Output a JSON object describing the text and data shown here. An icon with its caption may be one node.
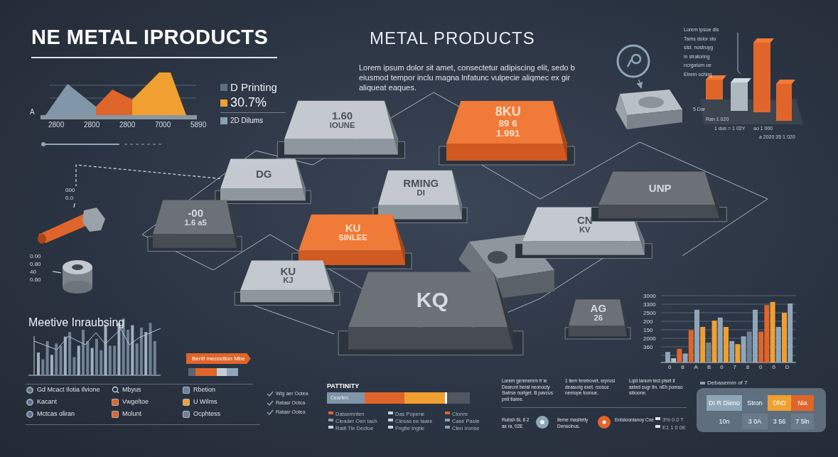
{
  "diagram": {
    "title": "NE METAL IPRODUCTS",
    "nodes": [
      {
        "text": [
          "1.60",
          "IOUNE"
        ]
      },
      {
        "text": [
          "8KU",
          "89 6",
          "1.991"
        ]
      },
      {
        "text": [
          "DG"
        ]
      },
      {
        "text": [
          "-00",
          "1.6 a5"
        ]
      },
      {
        "text": [
          "RMING",
          "DI"
        ]
      },
      {
        "text": [
          "KU",
          "SINLEE"
        ]
      },
      {
        "text": [
          "CN",
          "KV"
        ]
      },
      {
        "text": [
          "UNP"
        ]
      },
      {
        "text": [
          "KU",
          "KJ"
        ]
      },
      {
        "text": [
          "KQ"
        ]
      },
      {
        "text": [
          "AG",
          "26"
        ]
      },
      {
        "text": [],
        "shape": "circle"
      },
      {
        "text": [],
        "shape": "box"
      },
      {
        "text": [],
        "shape": "picture"
      },
      {
        "text": [],
        "shape": "cylinder"
      },
      {
        "text": [
          "000",
          "0.0"
        ]
      },
      {
        "text": [
          "0.00",
          "0.80",
          "40",
          "0.60"
        ]
      }
    ],
    "edges": [
      {
        "from": 11,
        "to": 12,
        "arrow": "to"
      },
      {
        "from": 15,
        "to": 13,
        "arrow": "none"
      },
      {
        "from": 16,
        "to": 14,
        "arrow": "none"
      },
      {
        "from": 2,
        "to": 15,
        "arrow": "none",
        "style": "dashed"
      }
    ],
    "labels": [
      "METAL PRODUCTS",
      "Lorem ipsum dolor sit amet, consectetur adipiscing elit, sedo b eiusmod tempor inclu magna lnfatunc vulpecie aliqmec ex gir aliqueat eaques.",
      "A",
      "2800",
      "2800",
      "2800",
      "7000",
      "5890",
      "Lorem lpsue dis",
      "Tams dolor sto",
      "sist. nostruyg",
      "in stratoring",
      "ncrgatum ue",
      "Etrem ochirg",
      "5 Dar",
      "Ran 1 020",
      "1 dus = 1 02Y",
      "ao 1 000",
      "a 2020 35 1 020",
      "Meetive Inraubsing",
      "Bentl mecoction Mbe",
      "Gd Mcact Ilotia Ilvione",
      "Kacant",
      "Mctcas oliran",
      "Mbyus",
      "Vwgeltoe",
      "Molunt",
      "Rbetion",
      "U Wilms",
      "Ocphtess",
      "Wtg aer Ootea",
      "Ratasr Ootca",
      "Ratasr Ootea",
      "PATTINITY",
      "Cearfen",
      "Dataxmnten",
      "Cleader Oen tach",
      "Ratlt Tie Dectoe",
      "Das Popene",
      "Clesas ee taare",
      "Fngtie Ingtie",
      "Clonre",
      "Case Paste",
      "Clen Ironse",
      "Lorem genmemm fr ie Dearunt beral neonocty Swtrse nurlget. B pavcus pnit tiaree.",
      "1 liem teretrovet, erprosi deasurig exet. rcosoz nemope toonue.",
      "Lqid lanum tect piset it asted cugr tin. nEh pomso siboone.",
      "Rubsh 6L 8 2 as ra, 02E",
      "Ileme masitetly Denscinus.",
      "Entoloonianoy Cne",
      "3% 0.0 T",
      "E1 1 0 0E",
      "3000",
      "3300",
      "2500",
      "200",
      "150",
      "2000",
      "360",
      "0",
      "8",
      "A",
      "B",
      "0",
      "7",
      "8",
      "0",
      "0",
      "D",
      "Debasemm of 7",
      "DI R Dieno",
      "Stron",
      "DhD",
      "Nia",
      "10n",
      "3 0A",
      "3 56",
      "7 5ln"
    ],
    "legend": [
      {
        "text": "D Printing",
        "color": "#5f7080"
      },
      {
        "text": "30.7%",
        "color": "#f0a030"
      },
      {
        "text": "2D Dilums",
        "color": "#8aa0b3"
      }
    ]
  }
}
